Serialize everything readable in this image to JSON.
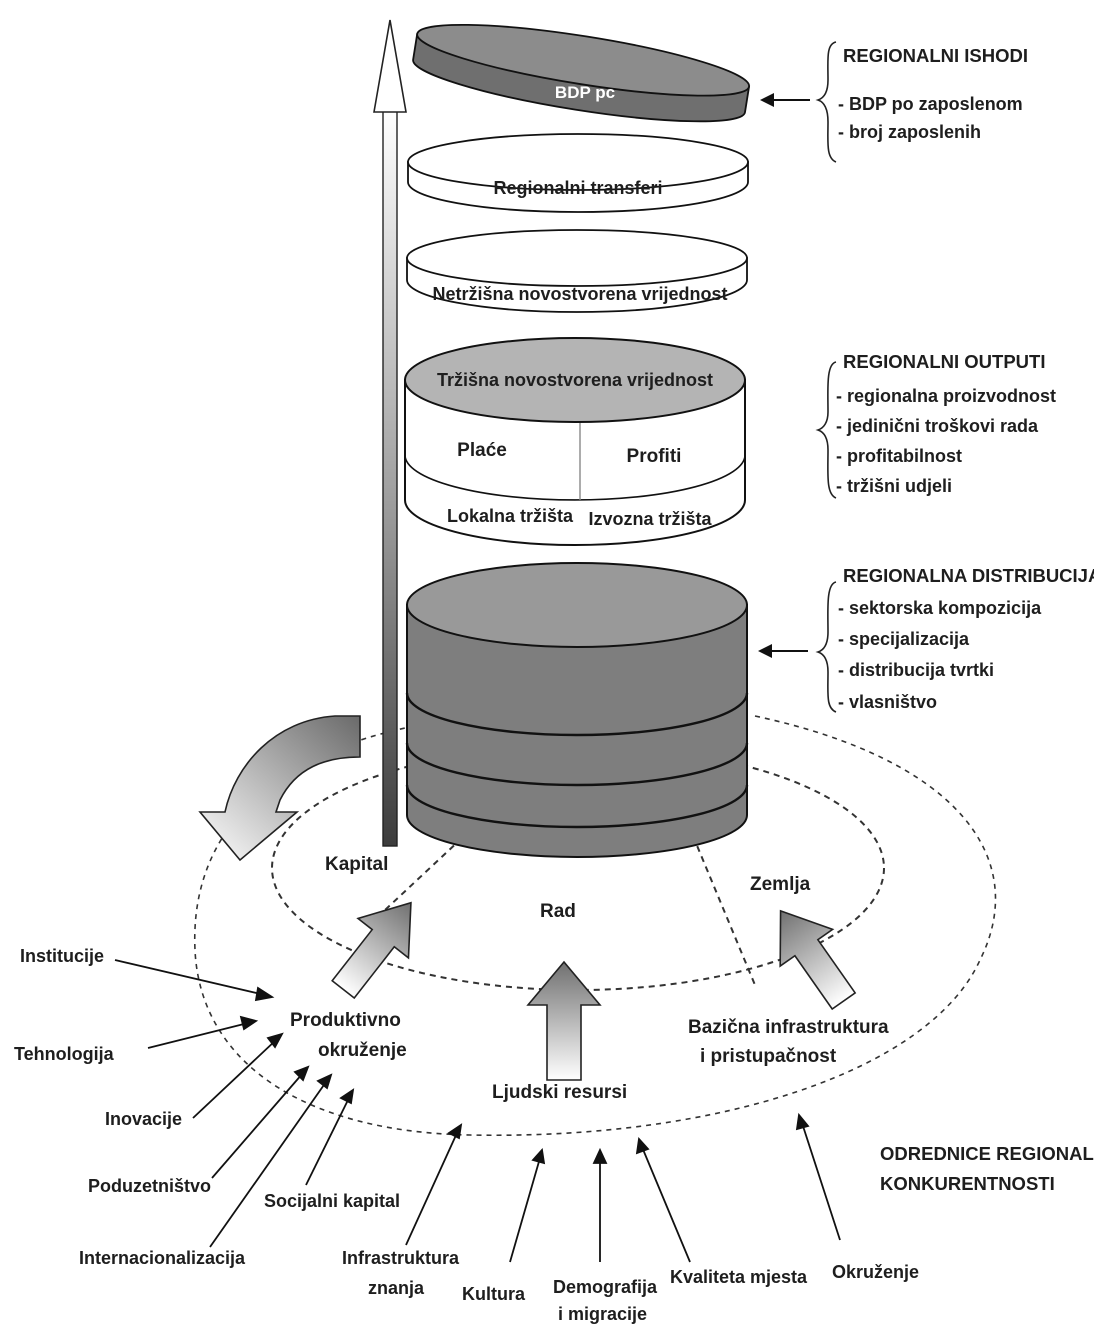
{
  "disk_top": {
    "label": "BDP pc"
  },
  "disks": {
    "transfers": "Regionalni transferi",
    "nonmarket": "Netržišna novostvorena vrijednost",
    "market_top": "Tržišna novostvorena vrijednost",
    "wages": "Plaće",
    "profits": "Profiti",
    "local_markets": "Lokalna tržišta",
    "export_markets": "Izvozna tržišta"
  },
  "outcomes": {
    "title": "REGIONALNI ISHODI",
    "items": [
      "- BDP po zaposlenom",
      "- broj zaposlenih"
    ]
  },
  "outputs": {
    "title": "REGIONALNI OUTPUTI",
    "items": [
      "- regionalna proizvodnost",
      "- jedinični troškovi rada",
      "- profitabilnost",
      "- tržišni udjeli"
    ]
  },
  "distribution": {
    "title": "REGIONALNA DISTRIBUCIJA",
    "items": [
      "- sektorska kompozicija",
      "- specijalizacija",
      "- distribucija tvrtki",
      "- vlasništvo"
    ]
  },
  "factors": {
    "capital": "Kapital",
    "labour": "Rad",
    "land": "Zemlja"
  },
  "pillars": {
    "productive_line1": "Produktivno",
    "productive_line2": "okruženje",
    "human": "Ljudski resursi",
    "infra_line1": "Bazična infrastruktura",
    "infra_line2": "i pristupačnost"
  },
  "determinants": {
    "title_line1": "ODREDNICE REGIONALNE",
    "title_line2": "KONKURENTNOSTI",
    "items": {
      "institutions": "Institucije",
      "technology": "Tehnologija",
      "innovation": "Inovacije",
      "entrepreneurship": "Poduzetništvo",
      "internationalisation": "Internacionalizacija",
      "social_capital": "Socijalni kapital",
      "knowledge_infra_line1": "Infrastruktura",
      "knowledge_infra_line2": "znanja",
      "culture": "Kultura",
      "demography_line1": "Demografija",
      "demography_line2": "i migracije",
      "place_quality": "Kvaliteta mjesta",
      "environment": "Okruženje"
    }
  },
  "colors": {
    "cylinder_dark": "#7e7e7e",
    "cylinder_top": "#999999",
    "bdp_fill": "#808080",
    "white_disk": "#ffffff",
    "arrow_dark": "#4a4a4a"
  }
}
